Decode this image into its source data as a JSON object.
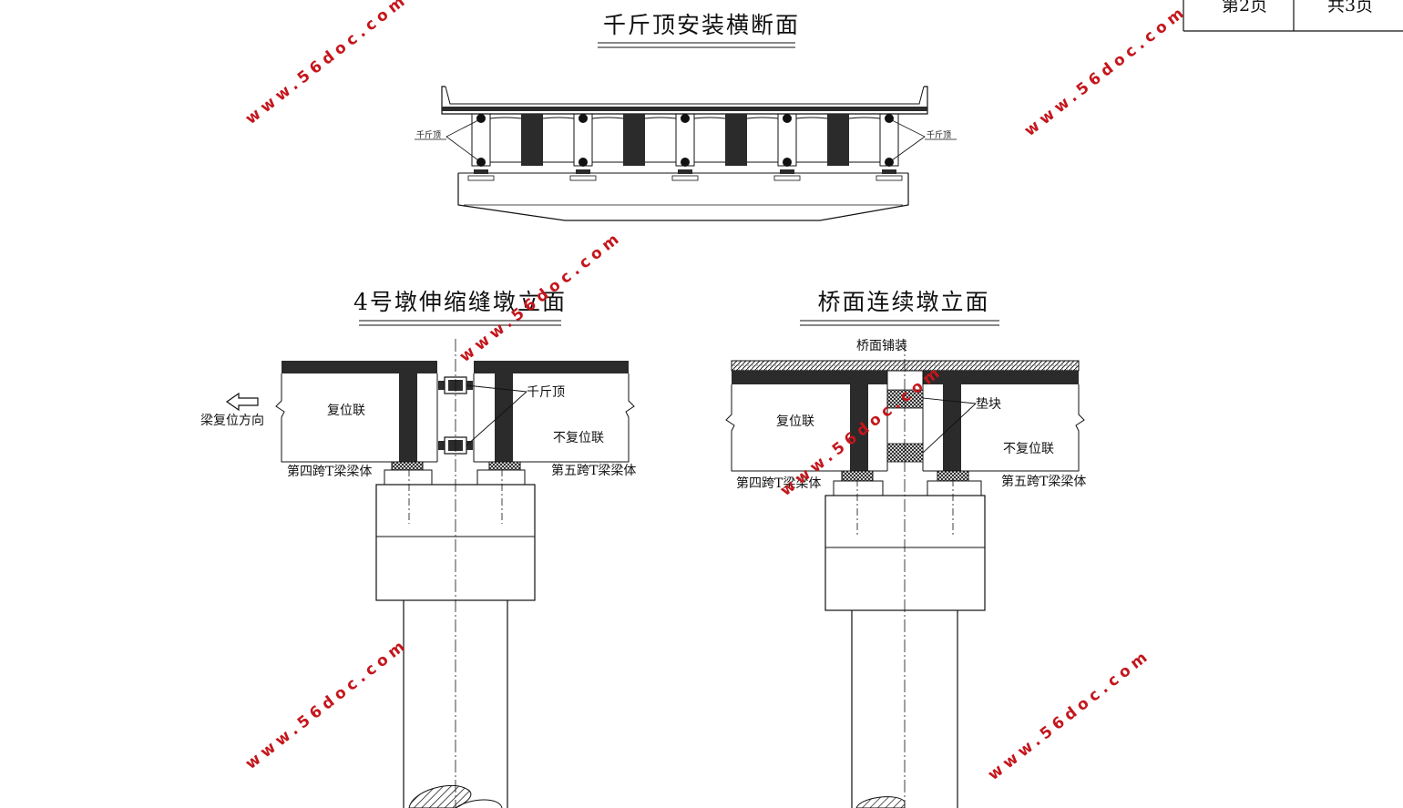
{
  "page_box": {
    "current": "第2页",
    "total": "共3页"
  },
  "titles": {
    "top": "千斤顶安装横断面",
    "left": "4号墩伸缩缝墩立面",
    "right": "桥面连续墩立面"
  },
  "top_section": {
    "jack_left": "千斤顶",
    "jack_right": "千斤顶"
  },
  "left_section": {
    "reset_unit": "复位联",
    "non_reset_unit": "不复位联",
    "jack": "千斤顶",
    "direction": "梁复位方向",
    "beam4": "第四跨T梁梁体",
    "beam5": "第五跨T梁梁体"
  },
  "right_section": {
    "paving": "桥面铺装",
    "reset_unit": "复位联",
    "non_reset_unit": "不复位联",
    "pad": "垫块",
    "beam4": "第四跨T梁梁体",
    "beam5": "第五跨T梁梁体"
  },
  "watermark": "www.56doc.com",
  "colors": {
    "line": "#111111",
    "fill_dark": "#2b2b2b",
    "watermark": "#c4161c"
  }
}
